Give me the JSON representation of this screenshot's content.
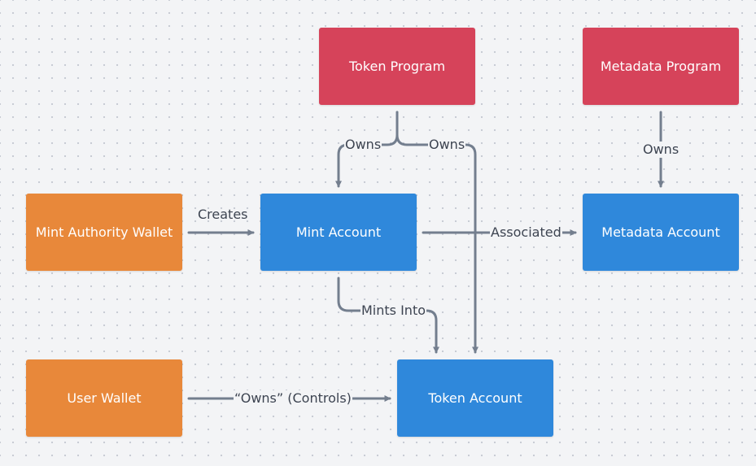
{
  "nodes": {
    "token_program": {
      "label": "Token Program",
      "color": "#d6435a"
    },
    "metadata_program": {
      "label": "Metadata Program",
      "color": "#d6435a"
    },
    "mint_authority_wallet": {
      "label": "Mint Authority Wallet",
      "color": "#e8883a"
    },
    "mint_account": {
      "label": "Mint Account",
      "color": "#2f88db"
    },
    "metadata_account": {
      "label": "Metadata Account",
      "color": "#2f88db"
    },
    "user_wallet": {
      "label": "User Wallet",
      "color": "#e8883a"
    },
    "token_account": {
      "label": "Token Account",
      "color": "#2f88db"
    }
  },
  "edges": [
    {
      "from": "token_program",
      "to": "mint_account",
      "label": "Owns"
    },
    {
      "from": "token_program",
      "to": "token_account",
      "label": "Owns"
    },
    {
      "from": "metadata_program",
      "to": "metadata_account",
      "label": "Owns"
    },
    {
      "from": "mint_authority_wallet",
      "to": "mint_account",
      "label": "Creates"
    },
    {
      "from": "mint_account",
      "to": "metadata_account",
      "label": "Associated"
    },
    {
      "from": "mint_account",
      "to": "token_account",
      "label": "Mints Into"
    },
    {
      "from": "user_wallet",
      "to": "token_account",
      "label": "“Owns” (Controls)"
    }
  ],
  "colors": {
    "edge": "#737e8e",
    "label_text": "#3d4451",
    "background": "#f3f4f6"
  }
}
